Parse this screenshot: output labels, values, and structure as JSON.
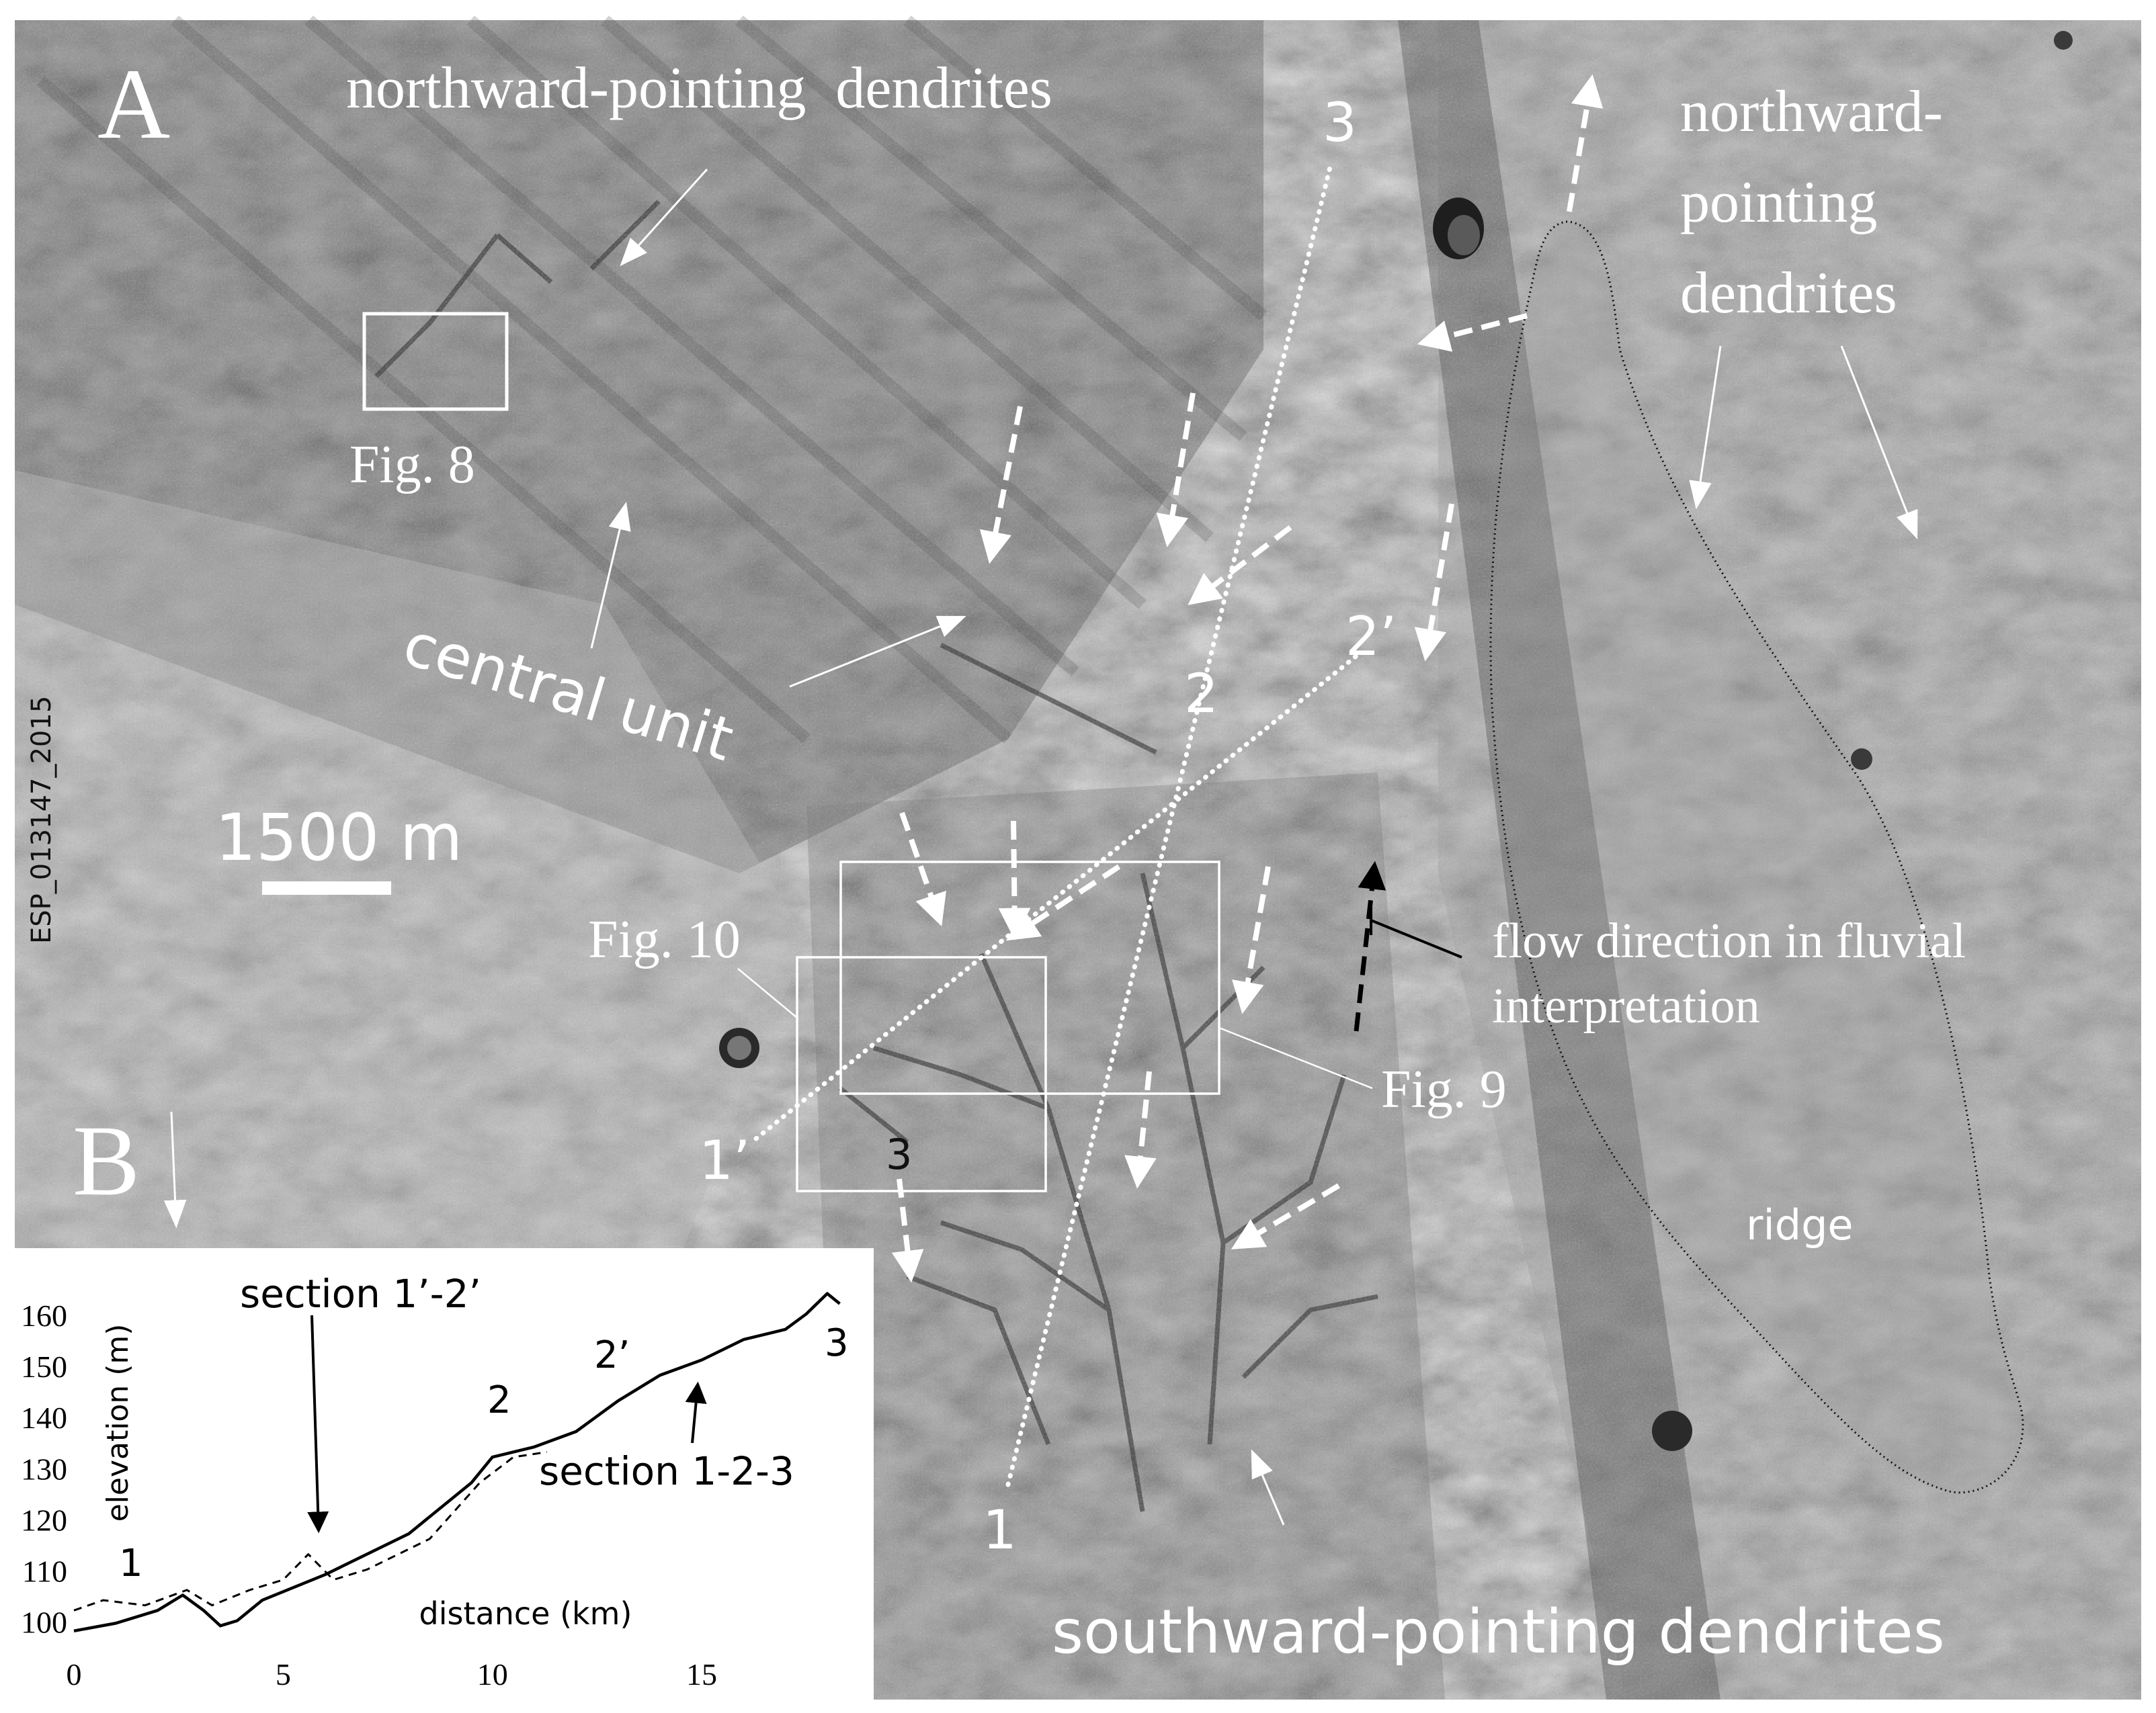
{
  "panel_a": {
    "label": "A",
    "image_id": "ESP_013147_2015",
    "scale_bar": "1500 m",
    "labels": {
      "north_dendrites_top": "northward-pointing  dendrites",
      "north_dendrites_right_1": "northward-",
      "north_dendrites_right_2": "pointing",
      "north_dendrites_right_3": "dendrites",
      "central_unit": "central unit",
      "south_dendrites": "southward-pointing dendrites",
      "flow_1": "flow direction in fluvial",
      "flow_2": "interpretation",
      "ridge": "ridge",
      "fig8": "Fig. 8",
      "fig9": "Fig. 9",
      "fig10": "Fig. 10"
    },
    "profile_markers": {
      "p1": "1",
      "p1p": "1’",
      "p2": "2",
      "p2p": "2’",
      "p3": "3",
      "p3b": "3"
    }
  },
  "panel_b": {
    "label": "B",
    "section_a": "section 1’-2’",
    "section_b": "section 1-2-3",
    "markers": {
      "m1": "1",
      "m2": "2",
      "m2p": "2’",
      "m3": "3"
    }
  },
  "chart_data": {
    "type": "line",
    "xlabel": "distance (km)",
    "ylabel": "elevation (m)",
    "xlim": [
      0,
      18.5
    ],
    "ylim": [
      96,
      165
    ],
    "x_ticks": [
      0,
      5,
      10,
      15
    ],
    "y_ticks": [
      100,
      110,
      120,
      130,
      140,
      150,
      160
    ],
    "series": [
      {
        "name": "section 1-2-3",
        "style": "solid",
        "x": [
          0,
          1,
          2,
          2.6,
          3.1,
          3.5,
          3.9,
          4.5,
          6,
          8,
          9.5,
          10,
          11,
          12,
          13,
          14,
          15,
          16,
          17,
          17.5,
          18,
          18.3
        ],
        "y": [
          98,
          99.5,
          102,
          105,
          102,
          99,
          100,
          104,
          109,
          117,
          127,
          132,
          134,
          137,
          143,
          148,
          151,
          155,
          157,
          160,
          164,
          162
        ]
      },
      {
        "name": "section 1’-2’",
        "style": "dashed",
        "x": [
          0,
          0.7,
          1.7,
          2.7,
          3.3,
          4.2,
          5,
          5.6,
          6.2,
          7,
          8.5,
          9.7,
          10.5,
          11.3
        ],
        "y": [
          102,
          104,
          103,
          106,
          103,
          106,
          108,
          113,
          108,
          110,
          116,
          127,
          132,
          133
        ]
      }
    ]
  }
}
